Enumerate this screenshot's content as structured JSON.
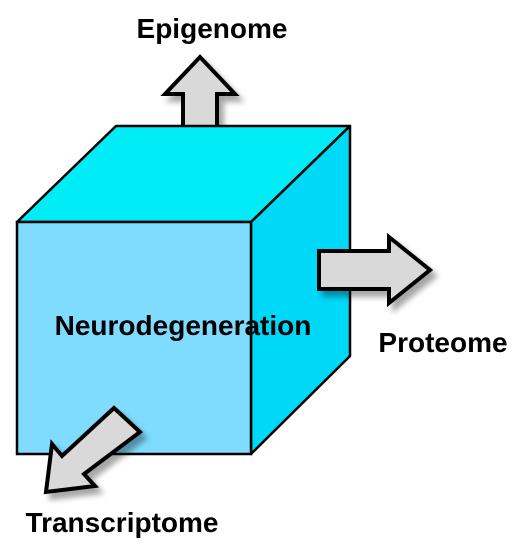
{
  "diagram": {
    "center_label": "Neurodegeneration",
    "outputs": [
      {
        "direction": "up",
        "label": "Epigenome"
      },
      {
        "direction": "right",
        "label": "Proteome"
      },
      {
        "direction": "down-left",
        "label": "Transcriptome"
      }
    ]
  },
  "colors": {
    "cube_front": "#7fdcff",
    "cube_top": "#00ecf6",
    "cube_side": "#00d8f8",
    "arrow_fill": "#d9d9d9",
    "outline": "#000000"
  }
}
